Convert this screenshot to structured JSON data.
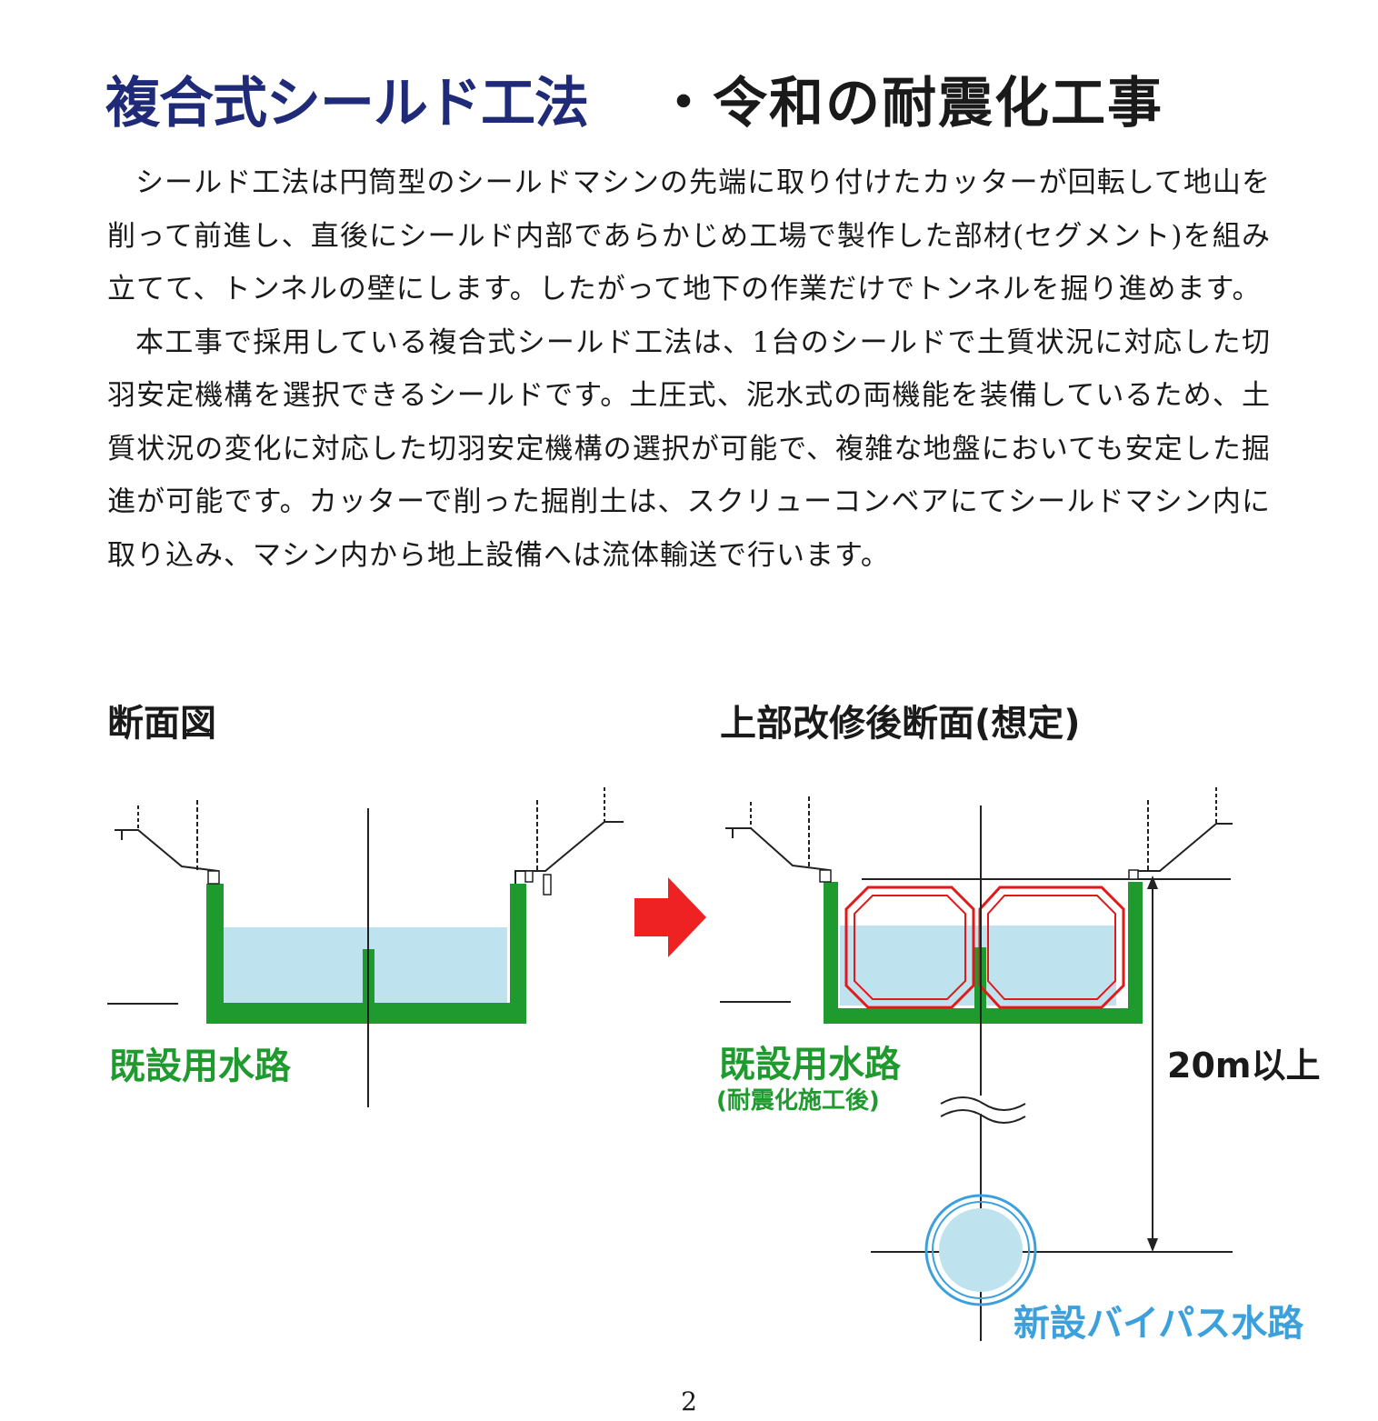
{
  "title": {
    "main": "複合式シールド工法",
    "sub": "・令和の耐震化工事"
  },
  "body": {
    "paragraph1": "シールド工法は円筒型のシールドマシンの先端に取り付けたカッターが回転して地山を削って前進し、直後にシールド内部であらかじめ工場で製作した部材(セグメント)を組み立てて、トンネルの壁にします。したがって地下の作業だけでトンネルを掘り進めます。",
    "paragraph2": "本工事で採用している複合式シールド工法は、1台のシールドで土質状況に対応した切羽安定機構を選択できるシールドです。土圧式、泥水式の両機能を装備しているため、土質状況の変化に対応した切羽安定機構の選択が可能で、複雑な地盤においても安定した掘進が可能です。カッターで削った掘削土は、スクリューコンベアにてシールドマシン内に取り込み、マシン内から地上設備へは流体輸送で行います。"
  },
  "left_figure": {
    "caption": "断面図",
    "channel_label": "既設用水路"
  },
  "right_figure": {
    "caption": "上部改修後断面(想定)",
    "channel_label": "既設用水路",
    "channel_sublabel": "(耐震化施工後)",
    "depth_label": "20m以上",
    "bypass_label": "新設バイパス水路"
  },
  "colors": {
    "title_blue": "#1f2a78",
    "channel_green": "#1f9a2e",
    "water_blue": "#bfe3ee",
    "box_red": "#e01a1a",
    "arrow_red": "#ee2222",
    "bypass_blue": "#3ca0dc"
  },
  "page_number": "2"
}
